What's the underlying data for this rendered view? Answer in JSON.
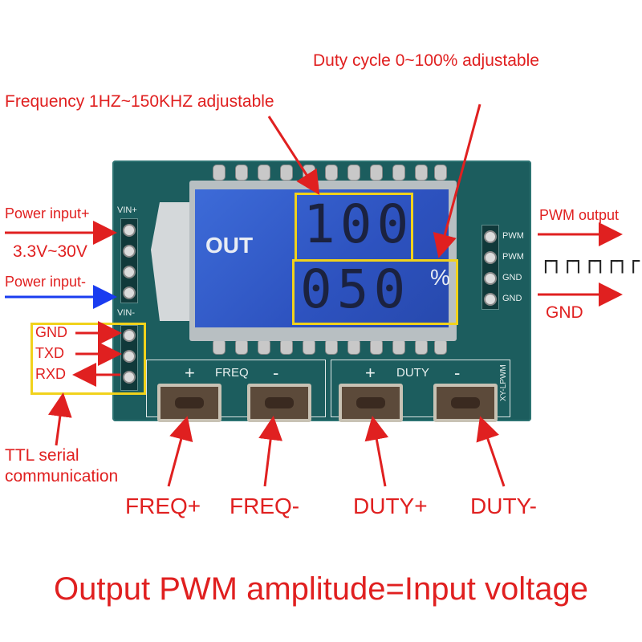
{
  "annotations": {
    "duty_cycle": "Duty cycle 0~100% adjustable",
    "frequency": "Frequency 1HZ~150KHZ adjustable",
    "power_input_plus": "Power input+",
    "voltage_range": "3.3V~30V",
    "power_input_minus": "Power input-",
    "pwm_output": "PWM output",
    "gnd_out": "GND",
    "gnd_serial": "GND",
    "txd": "TXD",
    "rxd": "RXD",
    "ttl_serial": "TTL serial",
    "communication": "communication",
    "footer": "Output PWM amplitude=Input voltage"
  },
  "board": {
    "vin_plus": "VIN+",
    "vin_minus": "VIN-",
    "pins_right": [
      "PWM",
      "PWM",
      "GND",
      "GND"
    ],
    "freq_label": "FREQ",
    "duty_label": "DUTY",
    "plus": "+",
    "minus": "-",
    "model": "XY-LPWM"
  },
  "lcd": {
    "out_label": "OUT",
    "frequency_value": "100",
    "duty_value": "050",
    "percent": "%"
  },
  "buttons": {
    "freq_plus": "FREQ+",
    "freq_minus": "FREQ-",
    "duty_plus": "DUTY+",
    "duty_minus": "DUTY-"
  },
  "colors": {
    "annotation": "#e02020",
    "highlight": "#f1d21b",
    "pcb": "#1c5d5e",
    "lcd": "#2d52bf",
    "power_minus_arrow": "#1a3cf0"
  }
}
